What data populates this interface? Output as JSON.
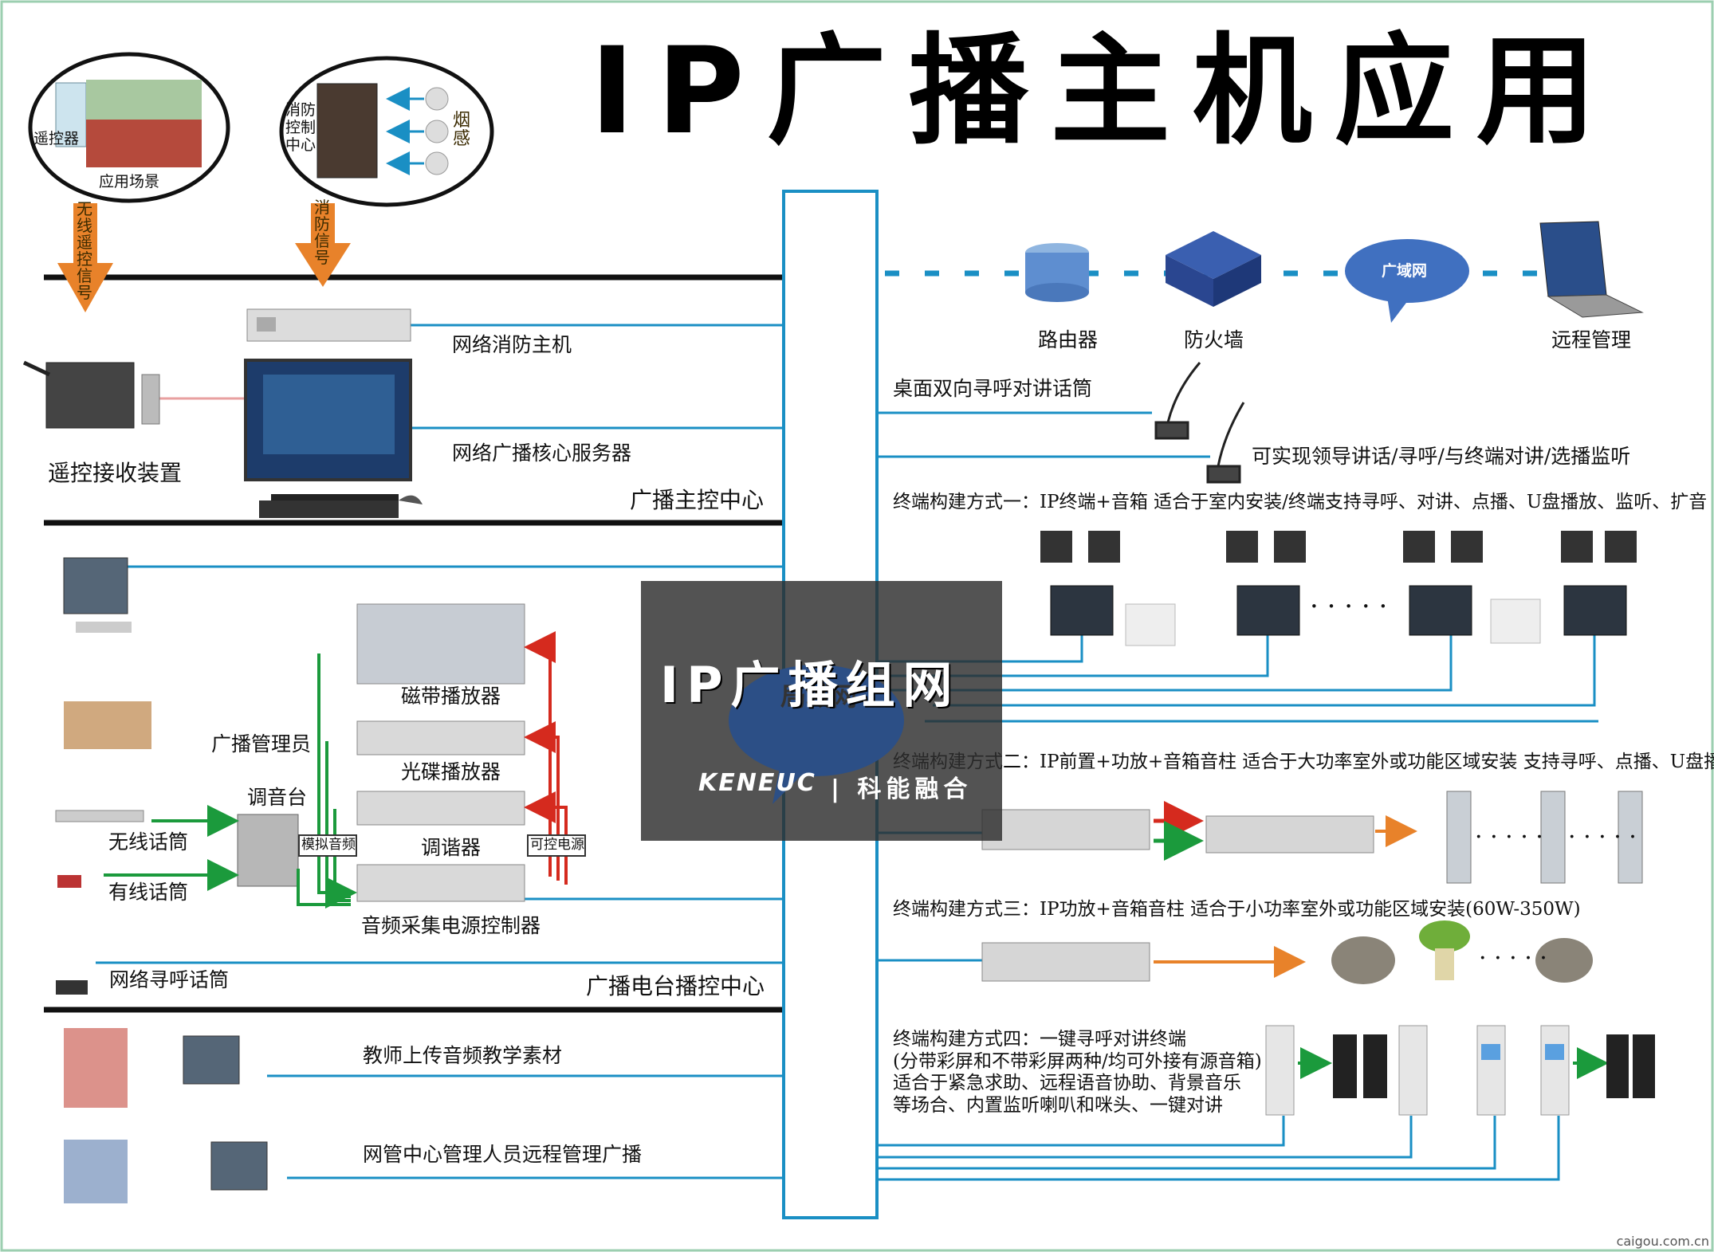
{
  "title": "IP广播主机应用",
  "top_left": {
    "remote_label": "遥控器",
    "scene_caption": "应用场景",
    "remote_signal": "无线遥控信号",
    "fire_center": "消防控制中心",
    "smoke": "烟感",
    "fire_signal": "消防信号"
  },
  "main_control": {
    "fire_host": "网络消防主机",
    "core_server": "网络广播核心服务器",
    "remote_receiver": "遥控接收装置",
    "section_label": "广播主控中心"
  },
  "studio": {
    "admin": "广播管理员",
    "tape": "磁带播放器",
    "cd": "光碟播放器",
    "mixer": "调音台",
    "tuner": "调谐器",
    "wireless_mic": "无线话筒",
    "wired_mic": "有线话筒",
    "analog_audio": "模拟音频",
    "power_ctrl": "可控电源",
    "audio_ctrl": "音频采集电源控制器",
    "paging_mic": "网络寻呼话筒",
    "section_label": "广播电台播控中心"
  },
  "bottom": {
    "teacher": "教师上传音频教学素材",
    "netadmin": "网管中心管理人员远程管理广播"
  },
  "network": {
    "router": "路由器",
    "firewall": "防火墙",
    "wan": "广域网",
    "remote_mgmt": "远程管理"
  },
  "right": {
    "desk_mic": "桌面双向寻呼对讲话筒",
    "desk_mic_desc": "可实现领导讲话/寻呼/与终端对讲/选播监听",
    "mode1": "终端构建方式一：IP终端+音箱 适合于室内安装/终端支持寻呼、对讲、点播、U盘播放、监听、扩音",
    "mode2": "终端构建方式二：IP前置+功放+音箱音柱 适合于大功率室外或功能区域安装 支持寻呼、点播、U盘播放",
    "mode3": "终端构建方式三：IP功放+音箱音柱 适合于小功率室外或功能区域安装(60W-350W)",
    "mode4_line1": "终端构建方式四：一键寻呼对讲终端",
    "mode4_line2": "(分带彩屏和不带彩屏两种/均可外接有源音箱)",
    "mode4_line3": "适合于紧急求助、远程语音协助、背景音乐",
    "mode4_line4": "等场合、内置监听喇叭和咪头、一键对讲"
  },
  "overlay": {
    "title": "IP广播组网",
    "cloud": "局域网",
    "brand_latin": "KENEUC",
    "brand_cn": "| 科能融合"
  },
  "watermark": "caigou.com.cn",
  "colors": {
    "line_blue": "#1a8fc4",
    "arrow_green": "#1b9a3c",
    "arrow_red": "#d52a1e",
    "arrow_orange": "#e8822a",
    "backbone_black": "#111111"
  }
}
